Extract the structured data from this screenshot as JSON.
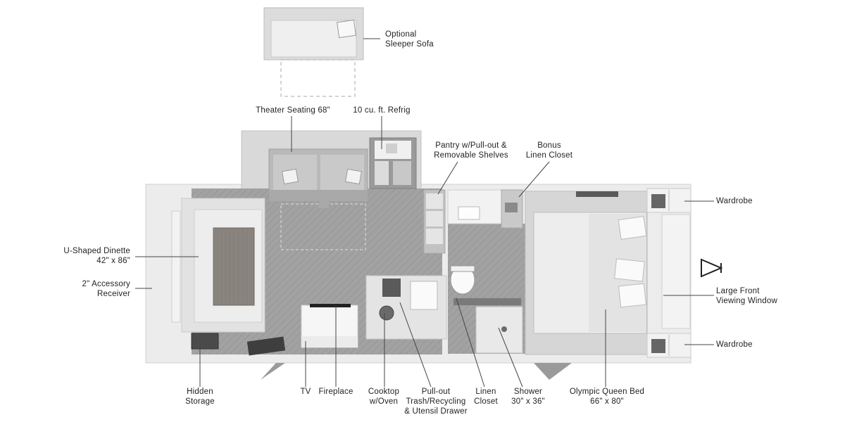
{
  "labels": {
    "sleeper_sofa": [
      "Optional",
      "Sleeper Sofa"
    ],
    "theater_seating": [
      "Theater Seating 68\""
    ],
    "refrigerator": [
      "10 cu. ft. Refrig"
    ],
    "pantry": [
      "Pantry w/Pull-out &",
      "Removable Shelves"
    ],
    "bonus_linen_closet": [
      "Bonus",
      "Linen Closet"
    ],
    "wardrobe_top": [
      "Wardrobe"
    ],
    "u_shaped_dinette": [
      "U-Shaped Dinette",
      "42\" x 86\""
    ],
    "accessory_receiver": [
      "2\" Accessory",
      "Receiver"
    ],
    "large_front_window": [
      "Large Front",
      "Viewing Window"
    ],
    "wardrobe_bottom": [
      "Wardrobe"
    ],
    "hidden_storage": [
      "Hidden",
      "Storage"
    ],
    "tv": [
      "TV"
    ],
    "fireplace": [
      "Fireplace"
    ],
    "cooktop": [
      "Cooktop",
      "w/Oven"
    ],
    "trash": [
      "Pull-out",
      "Trash/Recycling",
      "& Utensil Drawer"
    ],
    "linen_closet": [
      "Linen",
      "Closet"
    ],
    "shower": [
      "Shower",
      "30\" x 36\""
    ],
    "queen_bed": [
      "Olympic Queen Bed",
      "66\" x 80\""
    ]
  },
  "colors": {
    "wall": "#d4d4d4",
    "floor": "#9a9a9a",
    "cabinet": "#e8e8e8",
    "table": "#8a8580",
    "leader": "#444444"
  }
}
